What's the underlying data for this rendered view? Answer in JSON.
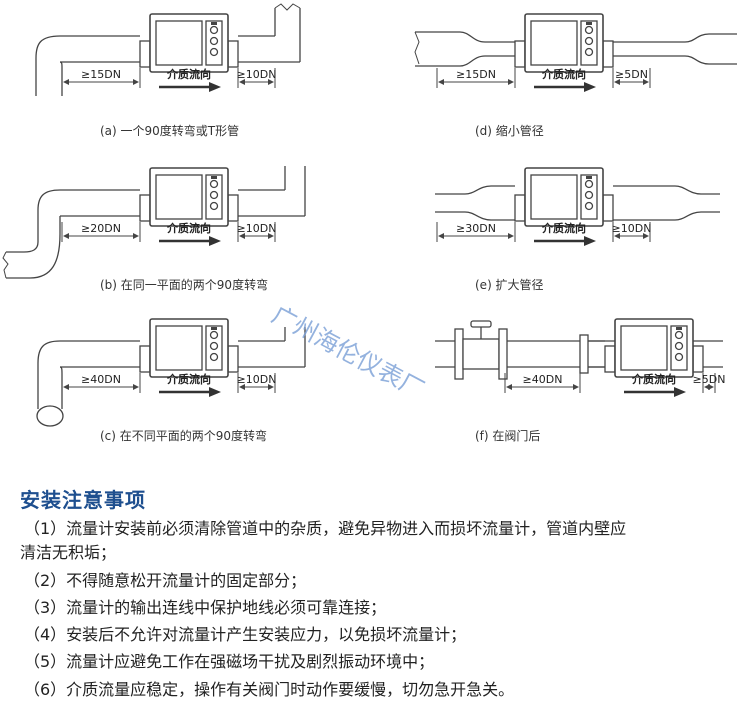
{
  "diagrams": [
    {
      "caption": "(a)  一个90度转弯或T形管",
      "up_label": "≥15DN",
      "down_label": "≥10DN",
      "flow_label": "介质流向"
    },
    {
      "caption": "(b)  在同一平面的两个90度转弯",
      "up_label": "≥20DN",
      "down_label": "≥10DN",
      "flow_label": "介质流向"
    },
    {
      "caption": "(c)  在不同平面的两个90度转弯",
      "up_label": "≥40DN",
      "down_label": "≥10DN",
      "flow_label": "介质流向"
    },
    {
      "caption": "(d)  缩小管径",
      "up_label": "≥15DN",
      "down_label": "≥5DN",
      "flow_label": "介质流向"
    },
    {
      "caption": "(e)  扩大管径",
      "up_label": "≥30DN",
      "down_label": "≥10DN",
      "flow_label": "介质流向"
    },
    {
      "caption": "(f)  在阀门后",
      "up_label": "≥40DN",
      "down_label": "≥5DN",
      "flow_label": "介质流向"
    }
  ],
  "watermark": "广州海伦仪表厂",
  "notes": {
    "title": "安装注意事项",
    "items": [
      "（1）流量计安装前必须清除管道中的杂质，避免异物进入而损坏流量计，管道内壁应",
      "清洁无积垢；",
      "（2）不得随意松开流量计的固定部分；",
      "（3）流量计的输出连线中保护地线必须可靠连接；",
      "（4）安装后不允许对流量计产生安装应力，以免损坏流量计；",
      "（5）流量计应避免工作在强磁场干扰及剧烈振动环境中；",
      "（6）介质流量应稳定，操作有关阀门时动作要缓慢，切勿急开急关。"
    ]
  },
  "colors": {
    "line": "#444444",
    "title": "#1e4f8f",
    "watermark": "#7a9fd6",
    "arrow": "#333333"
  }
}
